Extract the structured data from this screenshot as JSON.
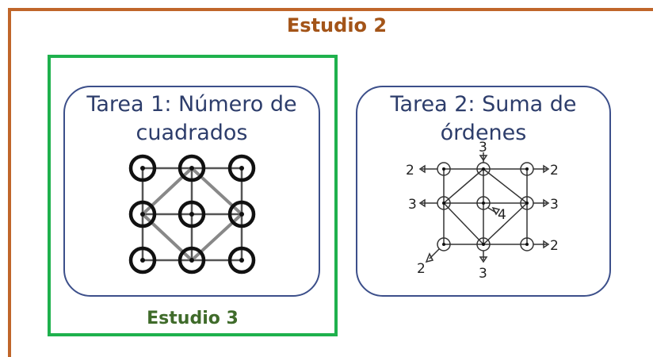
{
  "study2": {
    "title": "Estudio 2"
  },
  "study3": {
    "title": "Estudio 3"
  },
  "task1": {
    "title_line1": "Tarea 1: Número de",
    "title_line2": "cuadrados"
  },
  "task2": {
    "title_line1": "Tarea 2: Suma de",
    "title_line2": "órdenes",
    "labels": {
      "top": "3",
      "top_left": "2",
      "top_right": "2",
      "middle_left": "3",
      "center": "4",
      "middle_right": "3",
      "bottom_left": "2",
      "bottom": "3",
      "bottom_right": "2"
    }
  },
  "colors": {
    "outer_frame": "#c0662a",
    "study2_title": "#a35418",
    "green_frame": "#1fb14d",
    "study3_title": "#3f6b2a",
    "card_border": "#3c4f8a",
    "card_title": "#2d3d6b"
  }
}
